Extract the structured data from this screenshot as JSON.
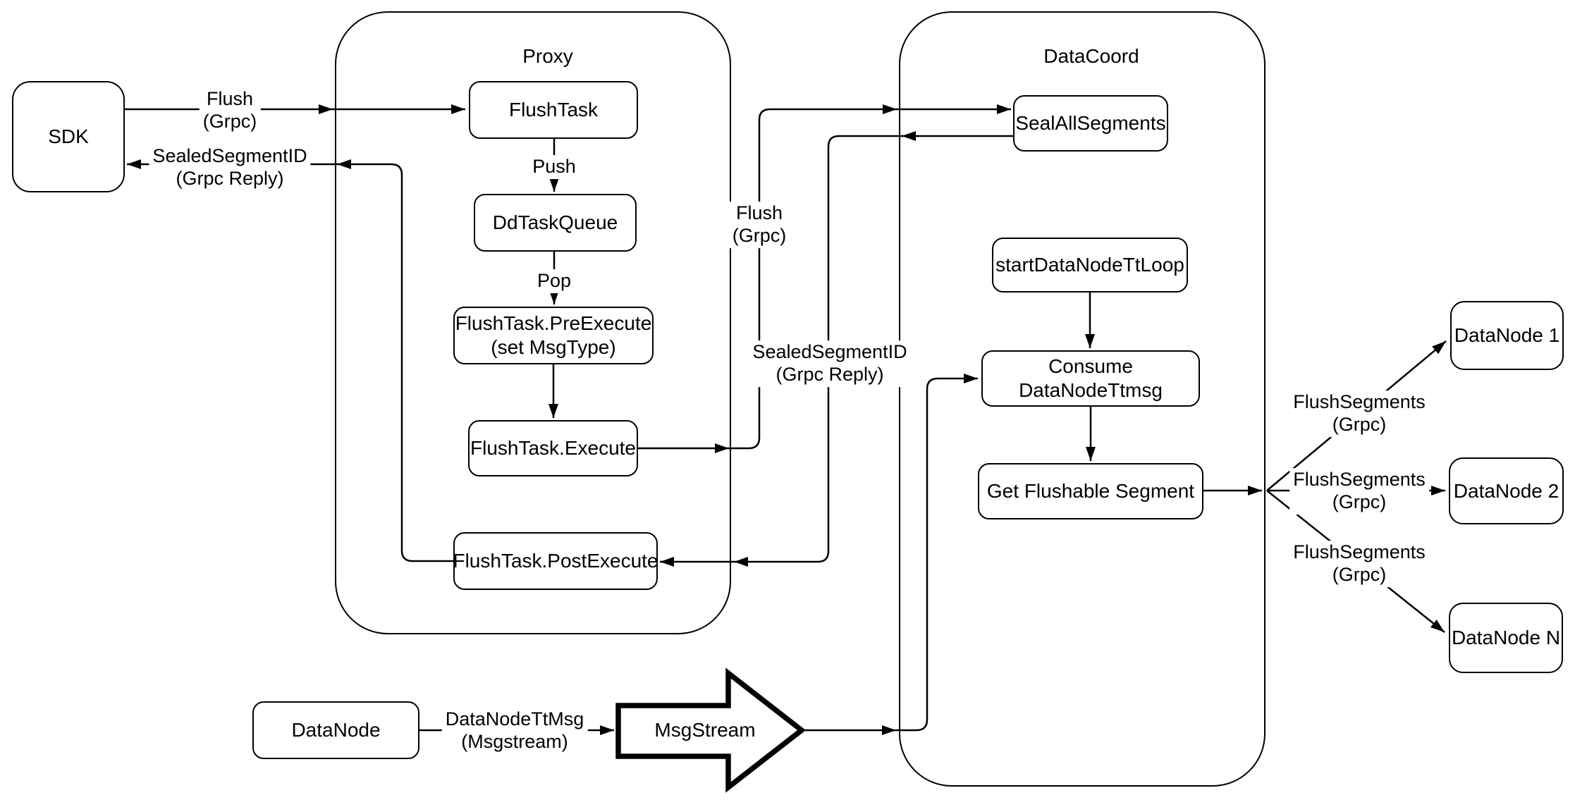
{
  "diagram": {
    "colors": {
      "background": "#ffffff",
      "line": "#000000",
      "node_fill": "#ffffff"
    },
    "containers": {
      "proxy": {
        "title": "Proxy"
      },
      "datacoord": {
        "title": "DataCoord"
      }
    },
    "nodes": {
      "sdk": {
        "label": "SDK"
      },
      "flush_task": {
        "label": "FlushTask"
      },
      "dd_task_queue": {
        "label": "DdTaskQueue"
      },
      "pre_execute": {
        "label": "FlushTask.PreExecute\n(set MsgType)"
      },
      "execute": {
        "label": "FlushTask.Execute"
      },
      "post_execute": {
        "label": "FlushTask.PostExecute"
      },
      "seal_all_segments": {
        "label": "SealAllSegments"
      },
      "start_datanode_tt_loop": {
        "label": "startDataNodeTtLoop"
      },
      "consume_datanode_ttmsg": {
        "label": "Consume DataNodeTtmsg"
      },
      "get_flushable_segment": {
        "label": "Get Flushable Segment"
      },
      "datanode_1": {
        "label": "DataNode 1"
      },
      "datanode_2": {
        "label": "DataNode 2"
      },
      "datanode_n": {
        "label": "DataNode N"
      },
      "datanode_source": {
        "label": "DataNode"
      },
      "msgstream": {
        "label": "MsgStream"
      }
    },
    "edge_labels": {
      "flush_sdk": "Flush\n(Grpc)",
      "sealed_segment_sdk": "SealedSegmentID\n(Grpc Reply)",
      "push": "Push",
      "pop": "Pop",
      "flush_mid": "Flush\n(Grpc)",
      "sealed_segment_mid": "SealedSegmentID\n(Grpc Reply)",
      "flush_segments_1": "FlushSegments\n(Grpc)",
      "flush_segments_2": "FlushSegments\n(Grpc)",
      "flush_segments_3": "FlushSegments\n(Grpc)",
      "datanode_ttmsg": "DataNodeTtMsg\n(Msgstream)"
    }
  }
}
